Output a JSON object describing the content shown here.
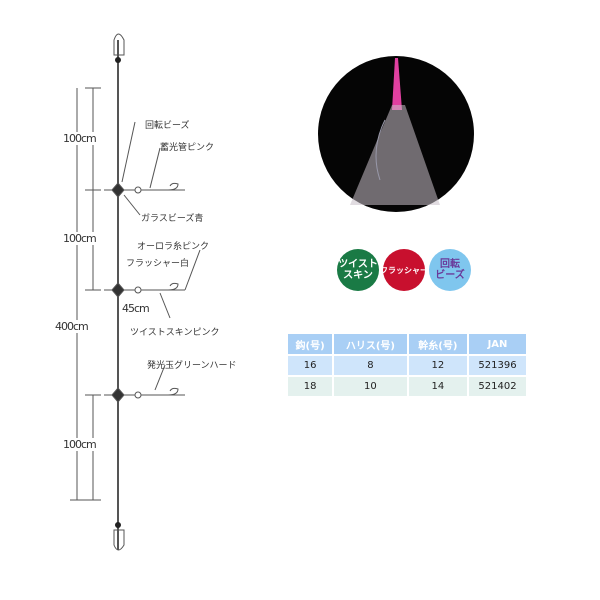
{
  "diagram": {
    "dimensions": {
      "section1": "100cm",
      "section2": "100cm",
      "section3": "100cm",
      "total": "400cm",
      "branch": "45cm"
    },
    "labels": [
      "回転ビーズ",
      "蓄光管ピンク",
      "ガラスビーズ青",
      "オーロラ糸ピンク",
      "フラッシャー白",
      "ツイストスキンピンク",
      "発光玉グリーンハード"
    ]
  },
  "badges": [
    {
      "text": "ツイスト\nスキン",
      "color": "#1a7a45"
    },
    {
      "text": "フラッシャー",
      "color": "#c8102e"
    },
    {
      "text": "回転\nビーズ",
      "color": "#7fc6ee"
    }
  ],
  "table": {
    "headers": [
      "鈎(号)",
      "ハリス(号)",
      "幹糸(号)",
      "JAN"
    ],
    "rows": [
      [
        "16",
        "8",
        "12",
        "521396"
      ],
      [
        "18",
        "10",
        "14",
        "521402"
      ]
    ]
  }
}
